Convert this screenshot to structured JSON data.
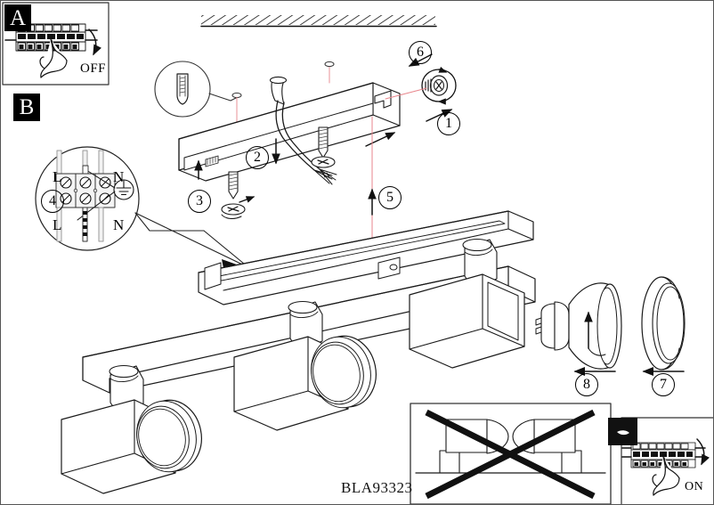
{
  "document": {
    "type": "installation-instruction-diagram",
    "model_number": "BLA93323",
    "product": "3-light ceiling spot bar"
  },
  "panels": {
    "a": {
      "letter": "A",
      "switch_label": "OFF"
    },
    "b": {
      "letter": "B"
    },
    "warning": {
      "letter": ""
    },
    "on": {
      "letter": "",
      "switch_label": "ON"
    }
  },
  "steps": [
    {
      "number": "1",
      "name": "tighten-grub-screw"
    },
    {
      "number": "2",
      "name": "route-supply-cable"
    },
    {
      "number": "3",
      "name": "fix-base-plate-screw"
    },
    {
      "number": "4",
      "name": "terminal-block-wiring"
    },
    {
      "number": "5",
      "name": "mount-spot-bar-to-base"
    },
    {
      "number": "6",
      "name": "loosen-grub-screw"
    },
    {
      "number": "7",
      "name": "fit-bezel-ring"
    },
    {
      "number": "8",
      "name": "insert-gu10-lamp"
    }
  ],
  "wiring": {
    "top_left": "L",
    "top_right": "N",
    "bottom_left": "L",
    "bottom_right": "N",
    "earth_symbol": "earth-ground-icon"
  },
  "colors": {
    "line": "#1a1a1a",
    "guide": "#e8868c",
    "fill": "#ffffff",
    "panel_letter_bg": "#000000",
    "panel_letter_fg": "#ffffff"
  }
}
